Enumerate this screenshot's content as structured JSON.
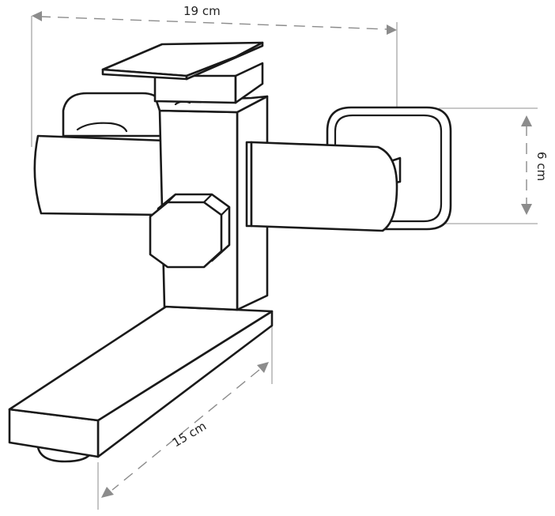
{
  "dimensions": {
    "width_label": "19 cm",
    "height_label": "6 cm",
    "spout_label": "15 cm"
  }
}
